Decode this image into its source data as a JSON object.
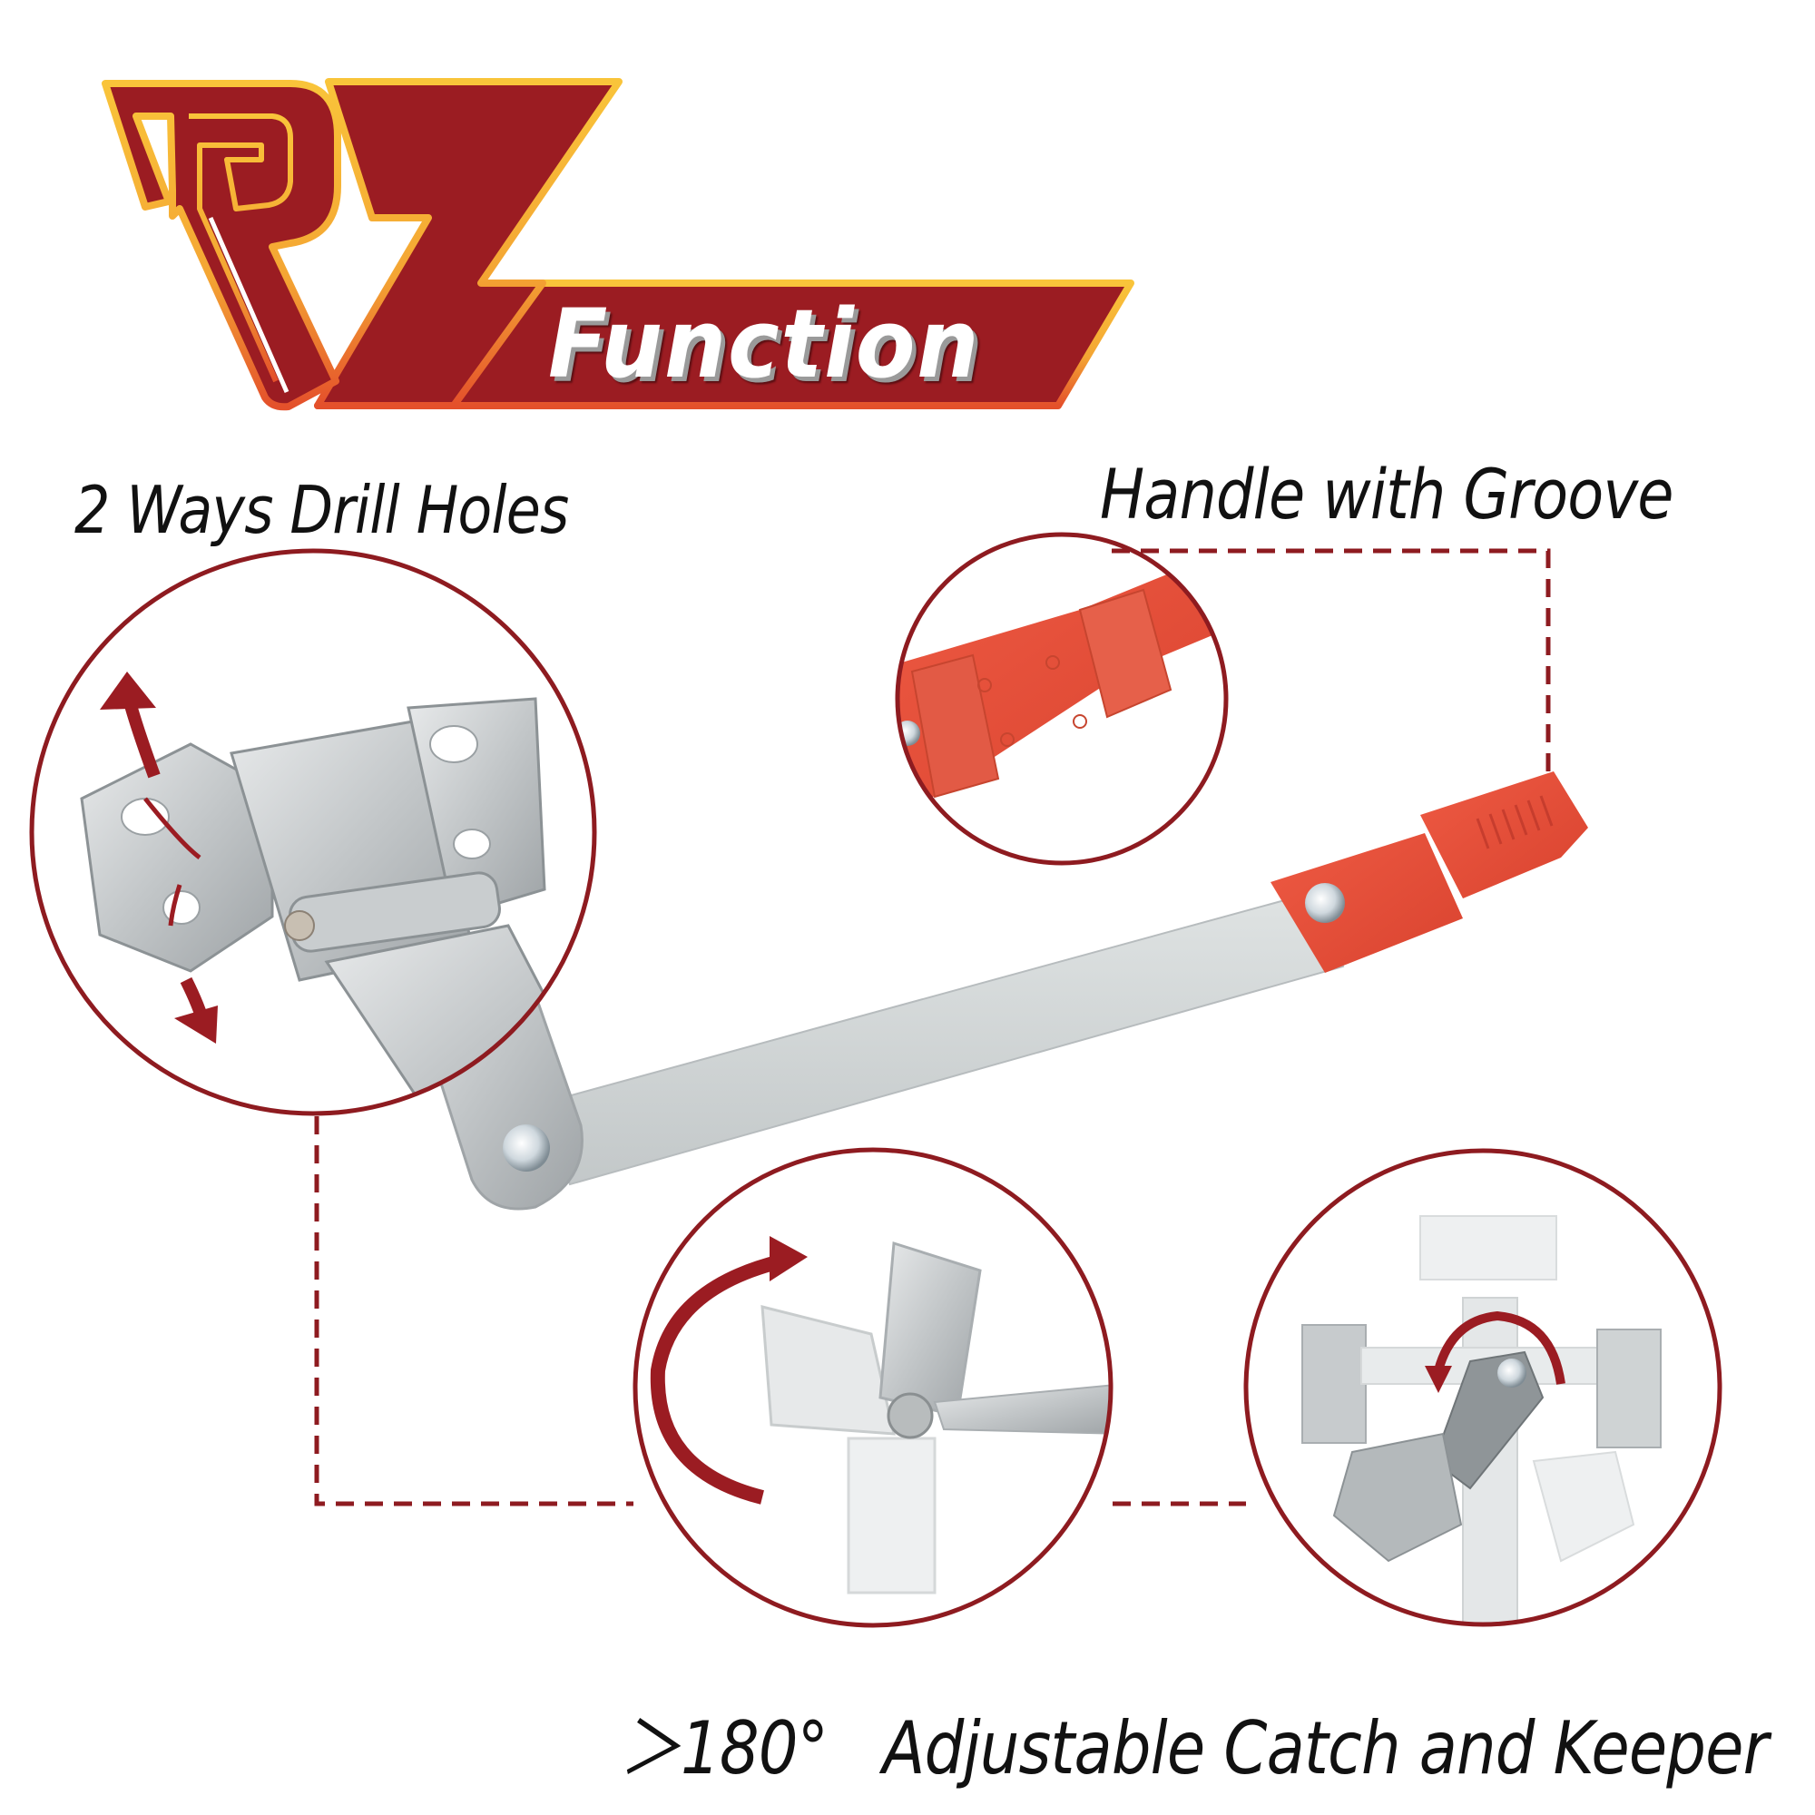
{
  "logo": {
    "mark": "RZ",
    "banner_text": "Function",
    "colors": {
      "fill": "#9b1c22",
      "outline_top": "#f9c43a",
      "outline_bottom": "#e4502b",
      "text": "#ffffff"
    }
  },
  "features": [
    {
      "id": "drill-holes",
      "label": "2 Ways Drill Holes",
      "callout": "circle-top-left"
    },
    {
      "id": "handle-groove",
      "label": "Handle with Groove",
      "callout": "circle-top-right"
    },
    {
      "id": "rotation",
      "label_prefix": "＞180°",
      "callout": "circle-bottom-middle"
    },
    {
      "id": "adjustable",
      "label": "Adjustable Catch and Keeper",
      "callout": "circle-bottom-right"
    }
  ],
  "labels": {
    "drill": "2 Ways Drill Holes",
    "handle": "Handle with Groove",
    "rotation": "＞180°",
    "adjustable": "Adjustable Catch and Keeper"
  },
  "product": {
    "name": "Latch with red handle",
    "handle_color": "#e8503a",
    "metal_color": "#c9ccce"
  },
  "style": {
    "accent": "#8e1b20",
    "text": "#111111"
  }
}
